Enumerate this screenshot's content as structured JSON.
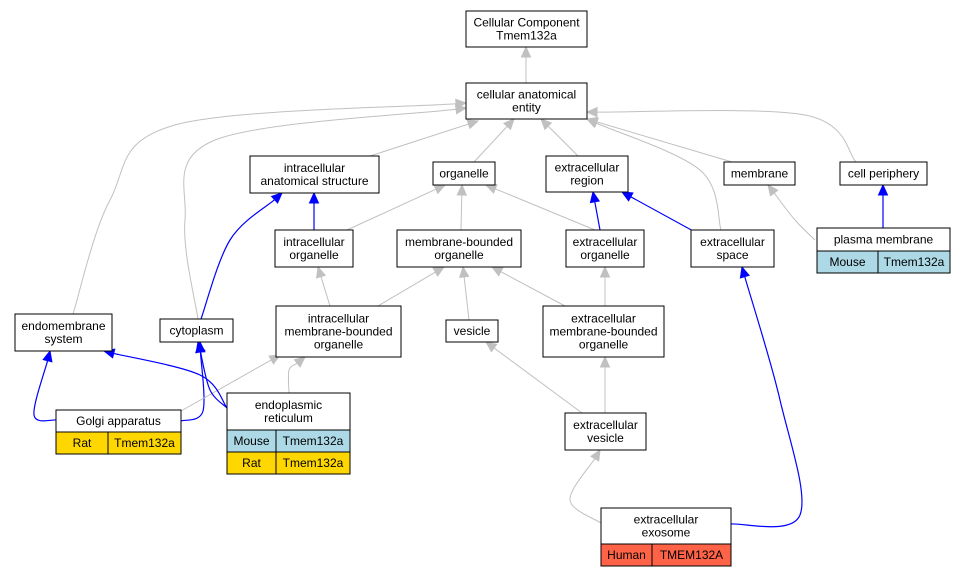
{
  "colors": {
    "rat": "#ffd700",
    "mouse": "#add8e6",
    "human": "#ff6347",
    "is_a_edge": "#c0c0c0",
    "part_of_edge": "#0000ff"
  },
  "nodes": {
    "root": {
      "lines": [
        "Cellular Component",
        "Tmem132a"
      ]
    },
    "cae": {
      "lines": [
        "cellular anatomical",
        "entity"
      ]
    },
    "ias": {
      "lines": [
        "intracellular",
        "anatomical structure"
      ]
    },
    "organelle": {
      "lines": [
        "organelle"
      ]
    },
    "ecr": {
      "lines": [
        "extracellular",
        "region"
      ]
    },
    "membrane": {
      "lines": [
        "membrane"
      ]
    },
    "cellper": {
      "lines": [
        "cell periphery"
      ]
    },
    "intorg": {
      "lines": [
        "intracellular",
        "organelle"
      ]
    },
    "mbo": {
      "lines": [
        "membrane-bounded",
        "organelle"
      ]
    },
    "ecorg": {
      "lines": [
        "extracellular",
        "organelle"
      ]
    },
    "ecspace": {
      "lines": [
        "extracellular",
        "space"
      ]
    },
    "plasma": {
      "lines": [
        "plasma membrane"
      ]
    },
    "endo": {
      "lines": [
        "endomembrane",
        "system"
      ]
    },
    "cyto": {
      "lines": [
        "cytoplasm"
      ]
    },
    "imbo": {
      "lines": [
        "intracellular",
        "membrane-bounded",
        "organelle"
      ]
    },
    "vesicle": {
      "lines": [
        "vesicle"
      ]
    },
    "embo": {
      "lines": [
        "extracellular",
        "membrane-bounded",
        "organelle"
      ]
    },
    "golgi": {
      "lines": [
        "Golgi apparatus"
      ]
    },
    "er": {
      "lines": [
        "endoplasmic",
        "reticulum"
      ]
    },
    "ecves": {
      "lines": [
        "extracellular",
        "vesicle"
      ]
    },
    "exo": {
      "lines": [
        "extracellular",
        "exosome"
      ]
    }
  },
  "annotations": {
    "plasma": [
      {
        "species": "Mouse",
        "gene": "Tmem132a",
        "color": "#add8e6"
      }
    ],
    "golgi": [
      {
        "species": "Rat",
        "gene": "Tmem132a",
        "color": "#ffd700"
      }
    ],
    "er": [
      {
        "species": "Mouse",
        "gene": "Tmem132a",
        "color": "#add8e6"
      },
      {
        "species": "Rat",
        "gene": "Tmem132a",
        "color": "#ffd700"
      }
    ],
    "exo": [
      {
        "species": "Human",
        "gene": "TMEM132A",
        "color": "#ff6347"
      }
    ]
  },
  "edges": [
    {
      "from": "cae",
      "to": "root",
      "type": "is_a"
    },
    {
      "from": "ias",
      "to": "cae",
      "type": "is_a"
    },
    {
      "from": "organelle",
      "to": "cae",
      "type": "is_a"
    },
    {
      "from": "ecr",
      "to": "cae",
      "type": "is_a"
    },
    {
      "from": "membrane",
      "to": "cae",
      "type": "is_a"
    },
    {
      "from": "cellper",
      "to": "cae",
      "type": "is_a"
    },
    {
      "from": "ecspace",
      "to": "cae",
      "type": "is_a"
    },
    {
      "from": "cyto",
      "to": "cae",
      "type": "is_a"
    },
    {
      "from": "endo",
      "to": "cae",
      "type": "is_a"
    },
    {
      "from": "intorg",
      "to": "ias",
      "type": "part_of"
    },
    {
      "from": "intorg",
      "to": "organelle",
      "type": "is_a"
    },
    {
      "from": "mbo",
      "to": "organelle",
      "type": "is_a"
    },
    {
      "from": "ecorg",
      "to": "organelle",
      "type": "is_a"
    },
    {
      "from": "ecorg",
      "to": "ecr",
      "type": "part_of"
    },
    {
      "from": "ecspace",
      "to": "ecr",
      "type": "part_of"
    },
    {
      "from": "plasma",
      "to": "membrane",
      "type": "is_a"
    },
    {
      "from": "plasma",
      "to": "cellper",
      "type": "part_of"
    },
    {
      "from": "cyto",
      "to": "ias",
      "type": "part_of"
    },
    {
      "from": "imbo",
      "to": "intorg",
      "type": "is_a"
    },
    {
      "from": "imbo",
      "to": "mbo",
      "type": "is_a"
    },
    {
      "from": "vesicle",
      "to": "mbo",
      "type": "is_a"
    },
    {
      "from": "embo",
      "to": "mbo",
      "type": "is_a"
    },
    {
      "from": "embo",
      "to": "ecorg",
      "type": "is_a"
    },
    {
      "from": "golgi",
      "to": "endo",
      "type": "part_of"
    },
    {
      "from": "golgi",
      "to": "cyto",
      "type": "part_of"
    },
    {
      "from": "golgi",
      "to": "imbo",
      "type": "is_a"
    },
    {
      "from": "er",
      "to": "imbo",
      "type": "is_a"
    },
    {
      "from": "er",
      "to": "endo",
      "type": "part_of"
    },
    {
      "from": "er",
      "to": "cyto",
      "type": "part_of"
    },
    {
      "from": "ecves",
      "to": "vesicle",
      "type": "is_a"
    },
    {
      "from": "ecves",
      "to": "embo",
      "type": "is_a"
    },
    {
      "from": "exo",
      "to": "ecves",
      "type": "is_a"
    },
    {
      "from": "exo",
      "to": "ecspace",
      "type": "part_of"
    }
  ]
}
